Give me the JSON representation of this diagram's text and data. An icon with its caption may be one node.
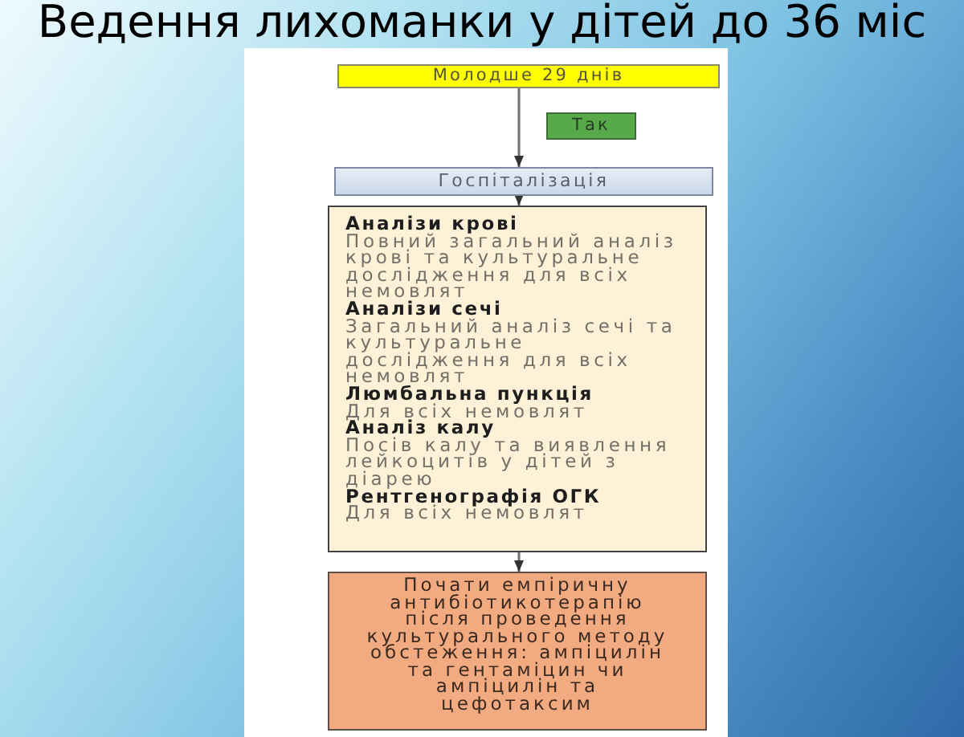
{
  "diagram": {
    "title": "Ведення лихоманки у дітей до 36 міс",
    "nodes": [
      {
        "text": [
          "Молодше 29 днів"
        ]
      },
      {
        "text": [
          "Так"
        ]
      },
      {
        "text": [
          "Госпіталізація"
        ]
      },
      {
        "text": [
          "Аналізи крові",
          "Повний загальний аналіз крові та культуральне дослідження для всіх немовлят",
          "Аналізи сечі",
          "Загальний аналіз сечі та культуральне дослідження для всіх немовлят",
          "Люмбальна пункція",
          "Для всіх немовлят",
          "Аналіз калу",
          "Посів калу та виявлення лейкоцитів у дітей з діарею",
          "Рентгенографія ОГК",
          "Для всіх немовлят"
        ]
      },
      {
        "text": [
          "Почати емпіричну антибіотикотерапію після проведення культурального методу обстеження: ампіцилін та гентаміцин чи ампіцилін та цефотаксим"
        ]
      }
    ],
    "edges": [
      {
        "from": 0,
        "to": 2,
        "arrow": "to"
      },
      {
        "from": 2,
        "to": 3,
        "arrow": "to"
      },
      {
        "from": 3,
        "to": 4,
        "arrow": "to"
      }
    ]
  }
}
